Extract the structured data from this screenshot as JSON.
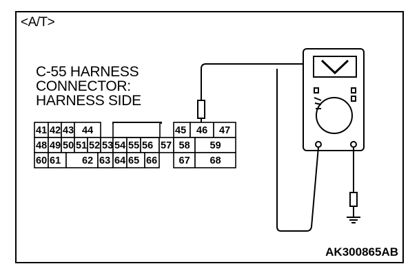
{
  "title": "<A/T>",
  "connector": {
    "caption": "C-55 HARNESS\nCONNECTOR:\nHARNESS SIDE",
    "rows": [
      [
        "41",
        "42",
        "43",
        "44",
        "",
        "",
        "",
        "",
        "",
        "45",
        "46",
        "47"
      ],
      [
        "48",
        "49",
        "50",
        "51",
        "52",
        "53",
        "54",
        "55",
        "56",
        "57",
        "58",
        "59"
      ],
      [
        "60",
        "61",
        "",
        "62",
        "63",
        "64",
        "",
        "65",
        "66",
        "",
        "67",
        "68"
      ]
    ],
    "probe_pin": "46"
  },
  "meter": {
    "display_icon": "voltage-icon"
  },
  "figure_code": "AK300865AB"
}
